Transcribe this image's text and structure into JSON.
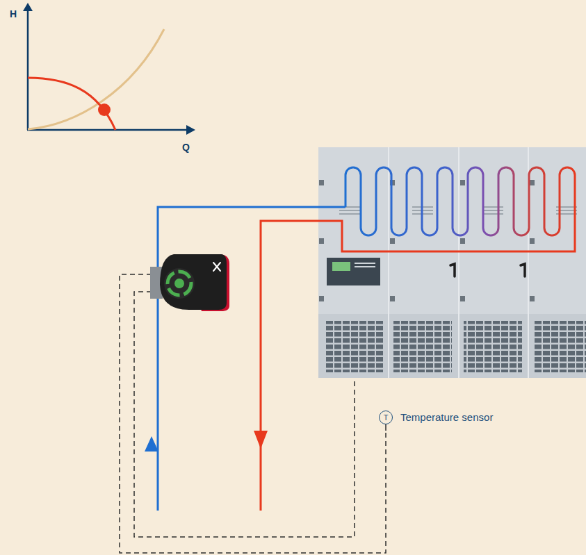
{
  "diagram": {
    "nodes": [
      {
        "text": [
          "T",
          "Temperature sensor"
        ]
      }
    ],
    "labels": [
      "H",
      "Q"
    ]
  }
}
